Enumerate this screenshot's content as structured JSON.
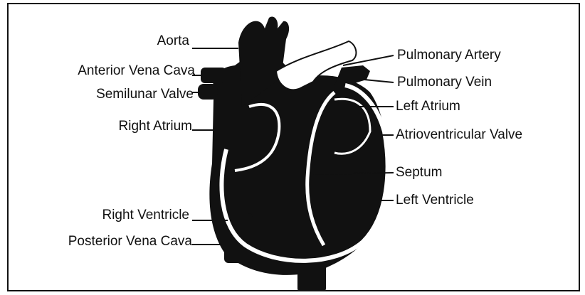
{
  "diagram": {
    "left_labels": [
      {
        "id": "aorta",
        "text": "Aorta"
      },
      {
        "id": "anterior-vena-cava",
        "text": "Anterior Vena Cava"
      },
      {
        "id": "semilunar-valve",
        "text": "Semilunar Valve"
      },
      {
        "id": "right-atrium",
        "text": "Right Atrium"
      },
      {
        "id": "right-ventricle",
        "text": "Right Ventricle"
      },
      {
        "id": "posterior-vena-cava",
        "text": "Posterior Vena Cava"
      }
    ],
    "right_labels": [
      {
        "id": "pulmonary-artery",
        "text": "Pulmonary Artery"
      },
      {
        "id": "pulmonary-vein",
        "text": "Pulmonary Vein"
      },
      {
        "id": "left-atrium",
        "text": "Left Atrium"
      },
      {
        "id": "atrioventricular-valve",
        "text": "Atrioventricular Valve"
      },
      {
        "id": "septum",
        "text": "Septum"
      },
      {
        "id": "left-ventricle",
        "text": "Left Ventricle"
      }
    ],
    "colors": {
      "ink": "#111111",
      "white_vessel": "#ffffff"
    }
  }
}
